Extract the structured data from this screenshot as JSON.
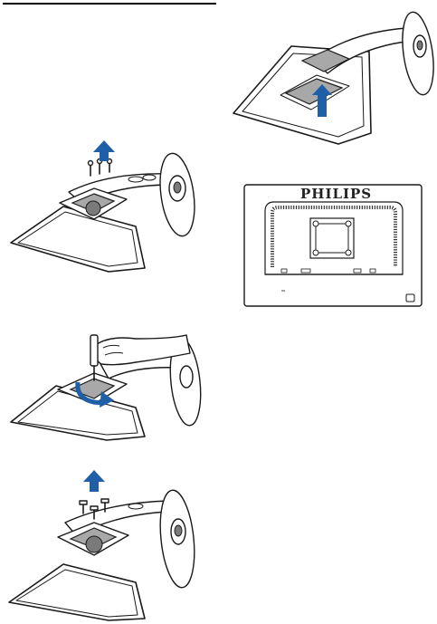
{
  "page": {
    "header_rule": true
  },
  "rear_view": {
    "brand_logo": "PHILIPS"
  },
  "colors": {
    "arrow": "#1f5fa8",
    "line": "#1a1a1a",
    "panel_grey": "#a8a8a8"
  },
  "figures": [
    {
      "id": "step-remove-screws-arrow-up",
      "icon": "arrow-up-icon"
    },
    {
      "id": "step-rotate-screwdriver",
      "icon": "rotate-arrow-icon"
    },
    {
      "id": "step-screws-removed-arrow-up",
      "icon": "arrow-up-icon"
    },
    {
      "id": "step-lift-stand-arrow-up",
      "icon": "arrow-up-icon"
    },
    {
      "id": "rear-view-vesa-mount",
      "icon": "vesa-mount-icon"
    }
  ]
}
